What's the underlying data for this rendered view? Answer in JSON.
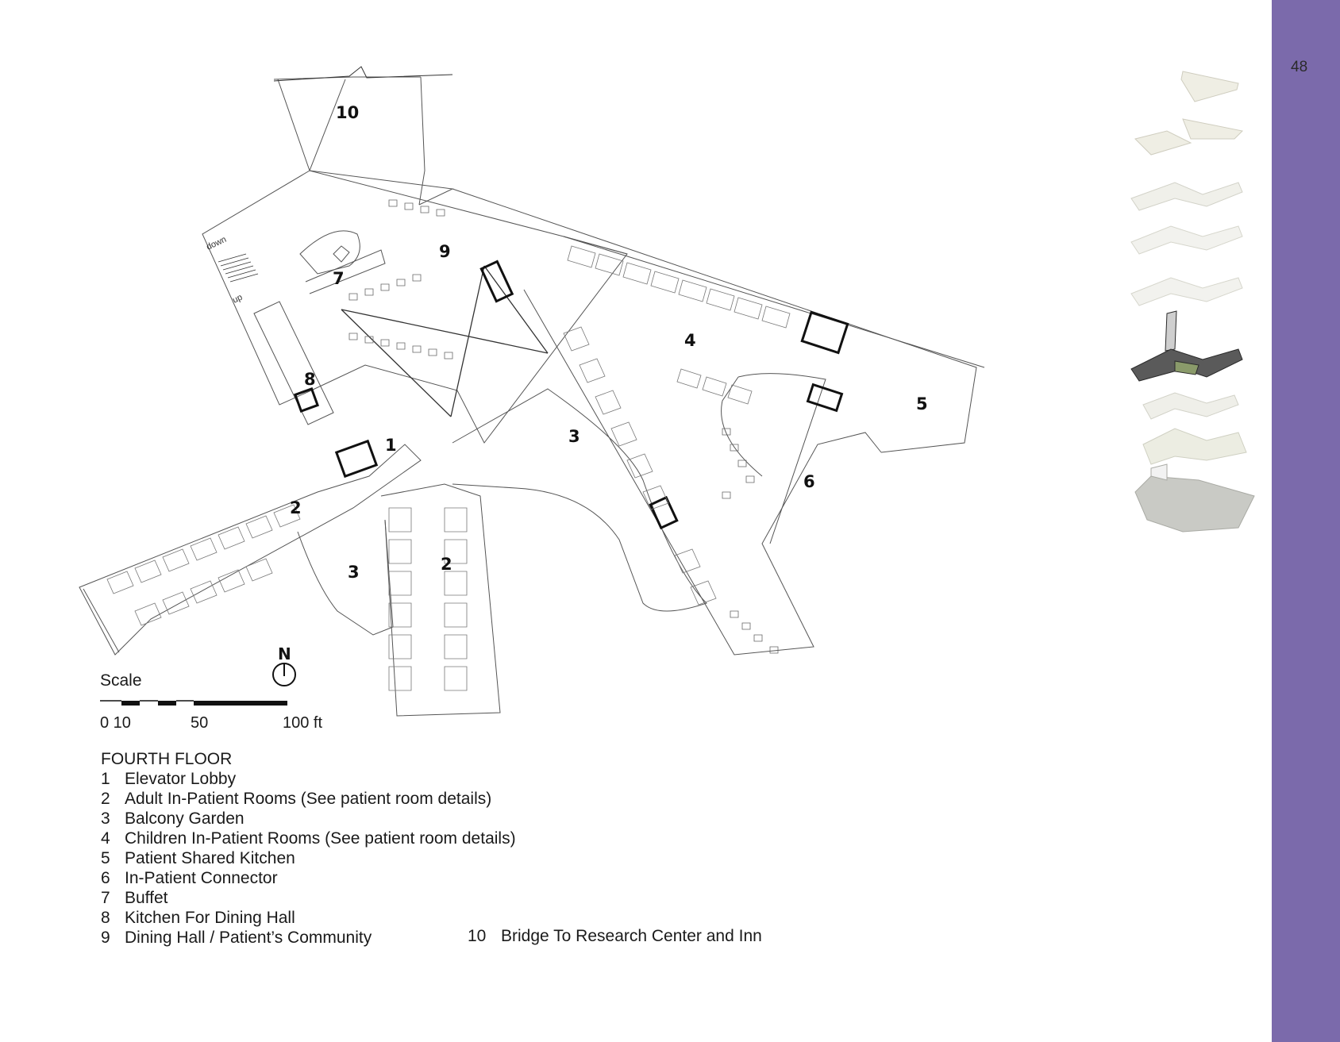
{
  "page": {
    "number": "48"
  },
  "plan": {
    "labels": {
      "bridge": "10",
      "dining": "9",
      "buffet": "7",
      "kitchen": "8",
      "lobby": "1",
      "adult_west": "2",
      "adult_south": "2",
      "balcony_west": "3",
      "balcony_center": "3",
      "children": "4",
      "shared_kitchen": "5",
      "connector": "6"
    },
    "stair_down": "down",
    "stair_up": "up"
  },
  "scale": {
    "title": "Scale",
    "ticks": [
      "0 10",
      "50",
      "100 ft"
    ]
  },
  "north": {
    "label": "N"
  },
  "legend": {
    "title": "FOURTH FLOOR",
    "items": [
      {
        "num": "1",
        "label": "Elevator Lobby"
      },
      {
        "num": "2",
        "label": "Adult In-Patient Rooms (See patient room details)"
      },
      {
        "num": "3",
        "label": "Balcony Garden"
      },
      {
        "num": "4",
        "label": "Children In-Patient Rooms (See patient room details)"
      },
      {
        "num": "5",
        "label": "Patient Shared Kitchen"
      },
      {
        "num": "6",
        "label": "In-Patient Connector"
      },
      {
        "num": "7",
        "label": "Buffet"
      },
      {
        "num": "8",
        "label": "Kitchen For Dining Hall"
      },
      {
        "num": "9",
        "label": "Dining Hall / Patient’s Community"
      }
    ],
    "extra": {
      "num": "10",
      "label": "Bridge To Research Center and Inn"
    }
  },
  "colors": {
    "sidebar": "#7b6aab",
    "thumb_active": "#5a5a5a",
    "thumb_inactive": "#e0dfd2"
  }
}
